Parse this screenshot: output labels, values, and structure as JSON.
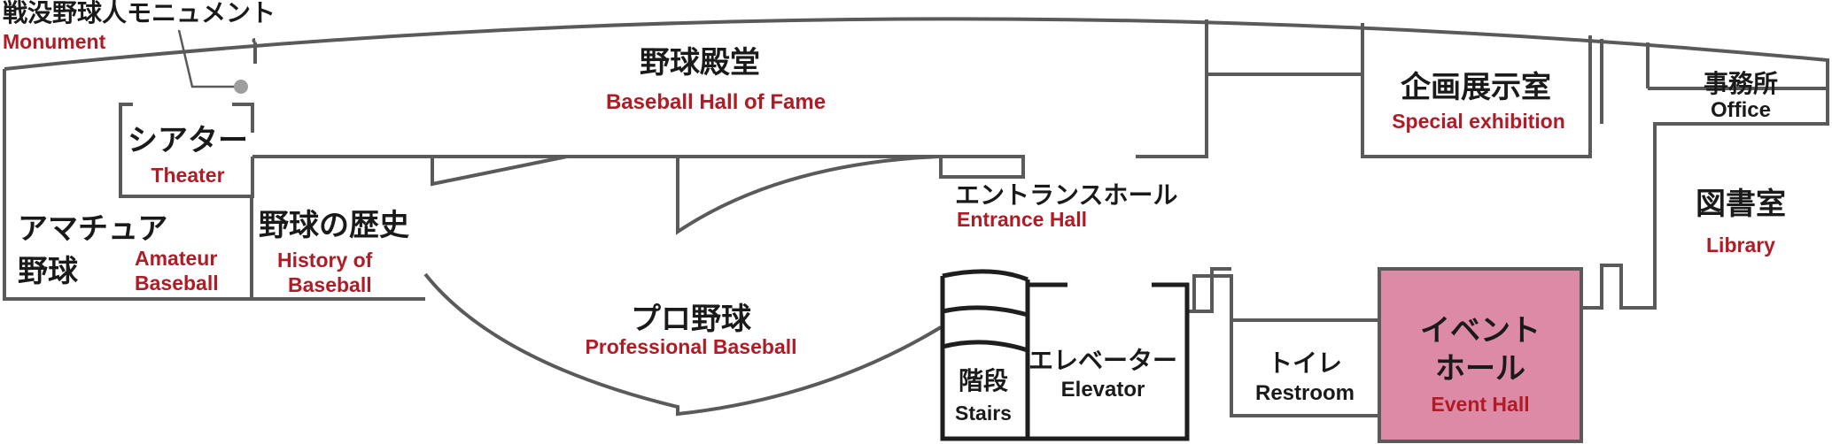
{
  "colors": {
    "wall": "#5a5a5a",
    "english_label": "#b01c26",
    "japanese_label": "#1a1a1a",
    "event_hall_fill": "#dd8aa6"
  },
  "monument": {
    "jp": "戦没野球人モニュメント",
    "en": "Monument"
  },
  "hall_of_fame": {
    "jp": "野球殿堂",
    "en": "Baseball Hall of Fame"
  },
  "special_exhibition": {
    "jp": "企画展示室",
    "en": "Special exhibition"
  },
  "office": {
    "jp": "事務所",
    "en": "Office"
  },
  "theater": {
    "jp": "シアター",
    "en": "Theater"
  },
  "entrance_hall": {
    "jp": "エントランスホール",
    "en": "Entrance Hall"
  },
  "library": {
    "jp": "図書室",
    "en": "Library"
  },
  "amateur": {
    "jp_line1": "アマチュア",
    "jp_line2": "野球",
    "en_line1": "Amateur",
    "en_line2": "Baseball"
  },
  "history": {
    "jp": "野球の歴史",
    "en_line1": "History of",
    "en_line2": "Baseball"
  },
  "pro_baseball": {
    "jp": "プロ野球",
    "en": "Professional Baseball"
  },
  "stairs": {
    "jp": "階段",
    "en": "Stairs"
  },
  "elevator": {
    "jp": "エレベーター",
    "en": "Elevator"
  },
  "restroom": {
    "jp": "トイレ",
    "en": "Restroom"
  },
  "event_hall": {
    "jp_line1": "イベント",
    "jp_line2": "ホール",
    "en": "Event Hall"
  }
}
